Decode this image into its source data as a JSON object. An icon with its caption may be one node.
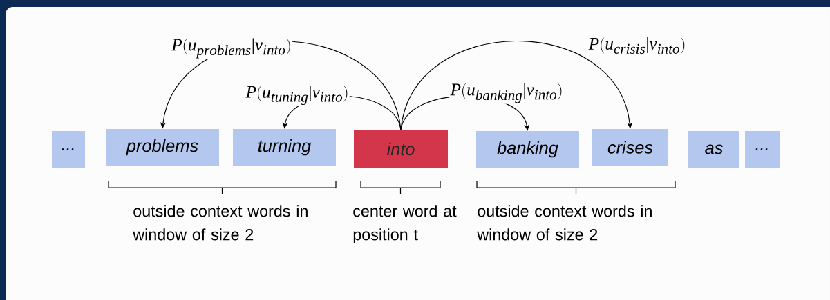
{
  "diagram": {
    "nodes": [
      {
        "text": [
          "..."
        ]
      },
      {
        "text": [
          "problems"
        ]
      },
      {
        "text": [
          "turning"
        ]
      },
      {
        "text": [
          "into"
        ]
      },
      {
        "text": [
          "banking"
        ]
      },
      {
        "text": [
          "crises"
        ]
      },
      {
        "text": [
          "as"
        ]
      },
      {
        "text": [
          "..."
        ]
      }
    ],
    "edges": [
      {
        "from": 3,
        "to": 1,
        "arrow": "to",
        "label": "P(u_{problems} | v_{into})"
      },
      {
        "from": 3,
        "to": 2,
        "arrow": "to",
        "label": "P(u_{tuning} | v_{into})"
      },
      {
        "from": 3,
        "to": 4,
        "arrow": "to",
        "label": "P(u_{banking} |v_{into})"
      },
      {
        "from": 3,
        "to": 5,
        "arrow": "to",
        "label": "P(u_{crisis} |v_{into})"
      }
    ],
    "labels": [
      "outside context words in window of size 2",
      "center word at position t",
      "outside context words in window of size 2"
    ]
  }
}
